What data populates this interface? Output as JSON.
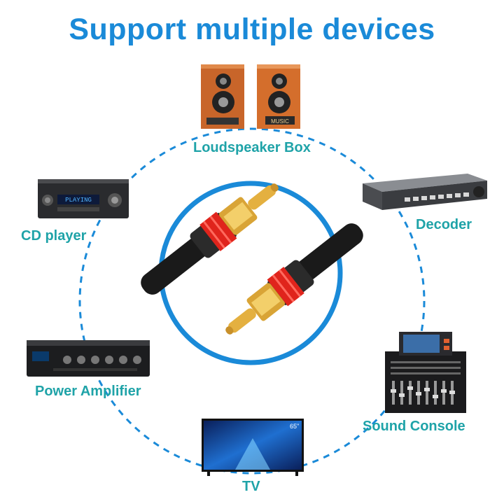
{
  "title": "Support multiple devices",
  "colors": {
    "title": "#1a8ad8",
    "label": "#1fa3a8",
    "ring": "#1a8ad8",
    "plug_accent": "#e0241c",
    "plug_gold": "#d9a436"
  },
  "devices": [
    {
      "name": "Loudspeaker Box",
      "icon": "loudspeaker-icon",
      "speaker_badge": "MUSIC"
    },
    {
      "name": "Decoder",
      "icon": "decoder-icon"
    },
    {
      "name": "CD player",
      "icon": "cd-player-icon",
      "display_text": "PLAYING"
    },
    {
      "name": "Power Amplifier",
      "icon": "power-amplifier-icon"
    },
    {
      "name": "Sound Console",
      "icon": "sound-console-icon"
    },
    {
      "name": "TV",
      "icon": "tv-icon",
      "badge": "65\""
    }
  ],
  "center_image": "rca-cable-icon"
}
